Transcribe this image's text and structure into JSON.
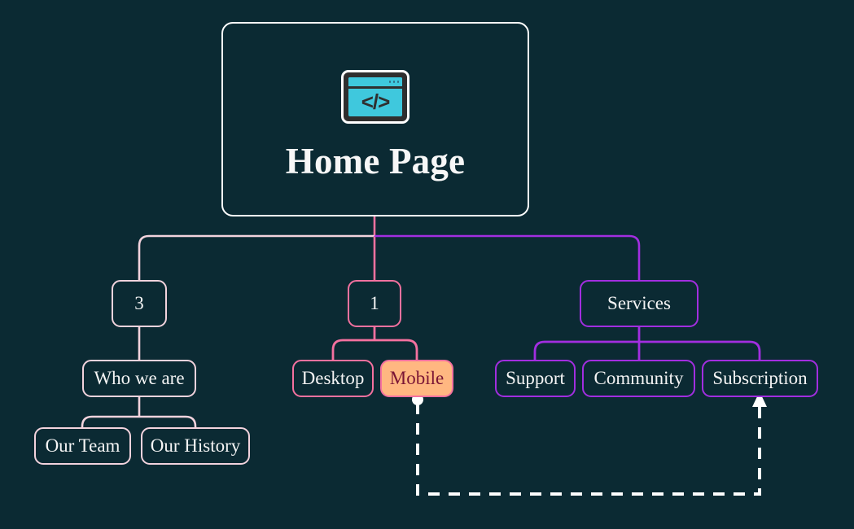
{
  "diagram": {
    "title": "Site map flowchart",
    "background_color": "#0b2a33",
    "root": {
      "label": "Home Page",
      "icon": "code-browser-icon",
      "border_color": "#ffffff"
    },
    "branches": [
      {
        "name": "about-branch",
        "color": "#f2d3dd",
        "parent": {
          "label": "3"
        },
        "child": {
          "label": "Who we are"
        },
        "leaves": [
          {
            "label": "Our Team"
          },
          {
            "label": "Our History"
          }
        ]
      },
      {
        "name": "platform-branch",
        "color": "#f4719f",
        "parent": {
          "label": "1"
        },
        "leaves": [
          {
            "label": "Desktop",
            "highlighted": false
          },
          {
            "label": "Mobile",
            "highlighted": true,
            "fill_color": "#ffb781",
            "text_color": "#7a1535"
          }
        ]
      },
      {
        "name": "services-branch",
        "color": "#a22ee0",
        "parent": {
          "label": "Services"
        },
        "leaves": [
          {
            "label": "Support"
          },
          {
            "label": "Community"
          },
          {
            "label": "Subscription"
          }
        ]
      }
    ],
    "link": {
      "name": "mobile-to-subscription-link",
      "style": "dashed",
      "color": "#ffffff",
      "from": "Mobile",
      "to": "Subscription",
      "start_marker": "circle",
      "end_marker": "arrow"
    }
  }
}
